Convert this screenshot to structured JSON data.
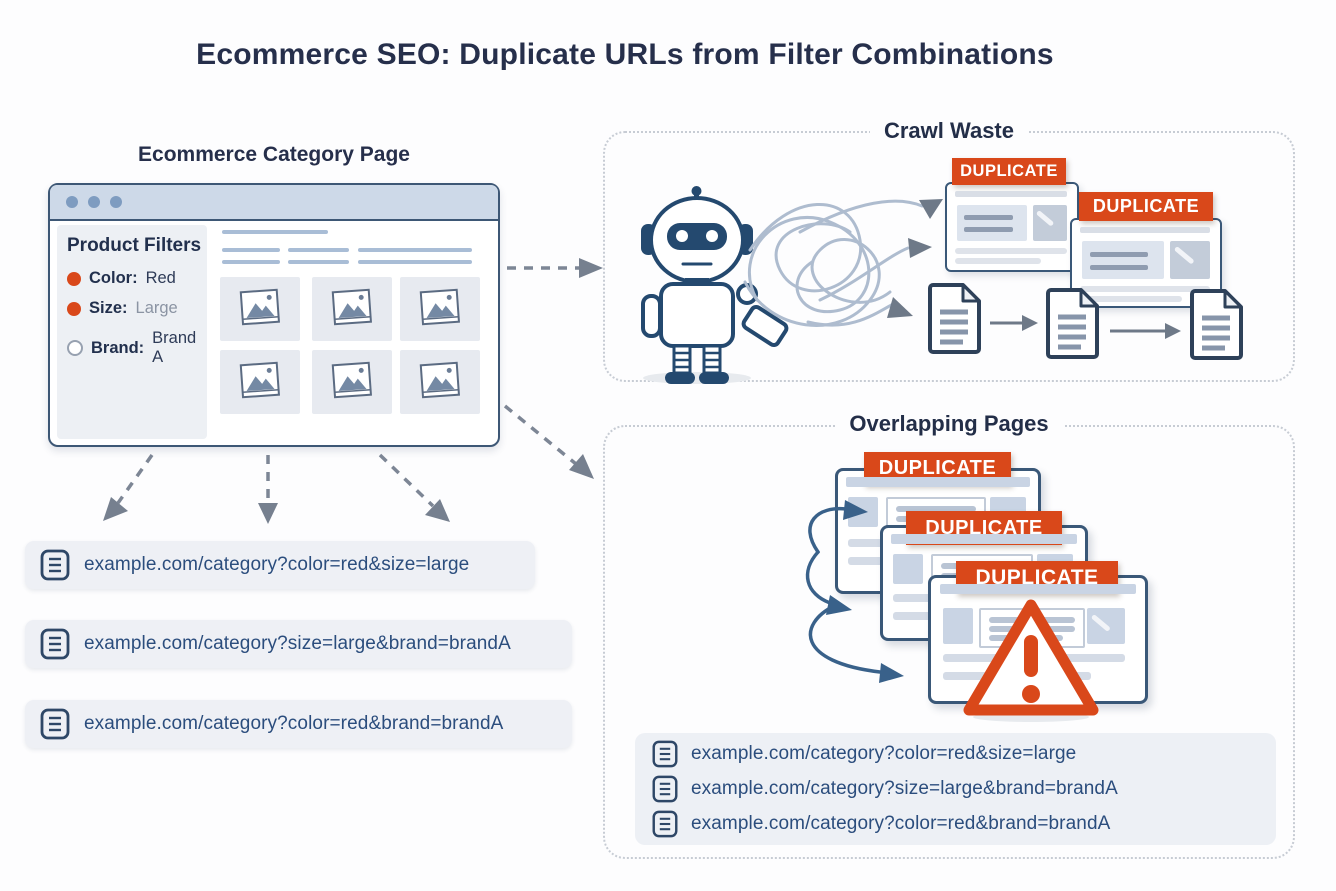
{
  "title": "Ecommerce SEO: Duplicate URLs from Filter Combinations",
  "category_page": {
    "label": "Ecommerce Category Page",
    "window": {
      "filters_title": "Product Filters",
      "filters": [
        {
          "name": "Color:",
          "value": "Red"
        },
        {
          "name": "Size:",
          "value": "Large"
        },
        {
          "name": "Brand:",
          "value": "Brand A"
        }
      ]
    }
  },
  "url_variants": [
    "example.com/category?color=red&size=large",
    "example.com/category?size=large&brand=brandA",
    "example.com/category?color=red&brand=brandA"
  ],
  "crawl_waste": {
    "label": "Crawl Waste",
    "badge": "DUPLICATE"
  },
  "overlapping_pages": {
    "label": "Overlapping Pages",
    "badge": "DUPLICATE"
  },
  "icons": {
    "robot-crawler-icon": "robot drawn with SVG shapes",
    "warning-triangle-icon": "orange triangle with exclamation",
    "document-icon": "page with folded corner and text lines",
    "list-icon": "rounded square with three lines",
    "image-placeholder-icon": "tilted photo with mountains and dot",
    "window-dots-icon": "three circles in browser title bar"
  },
  "colors": {
    "accent_orange": "#d9481a",
    "navy_text": "#262f4b",
    "slate_border": "#3a5878",
    "url_blue": "#2b4d7d",
    "panel_gray": "#eef0f5",
    "titlebar_blue": "#cdd9e8",
    "tangle_gray": "#aebccf"
  }
}
